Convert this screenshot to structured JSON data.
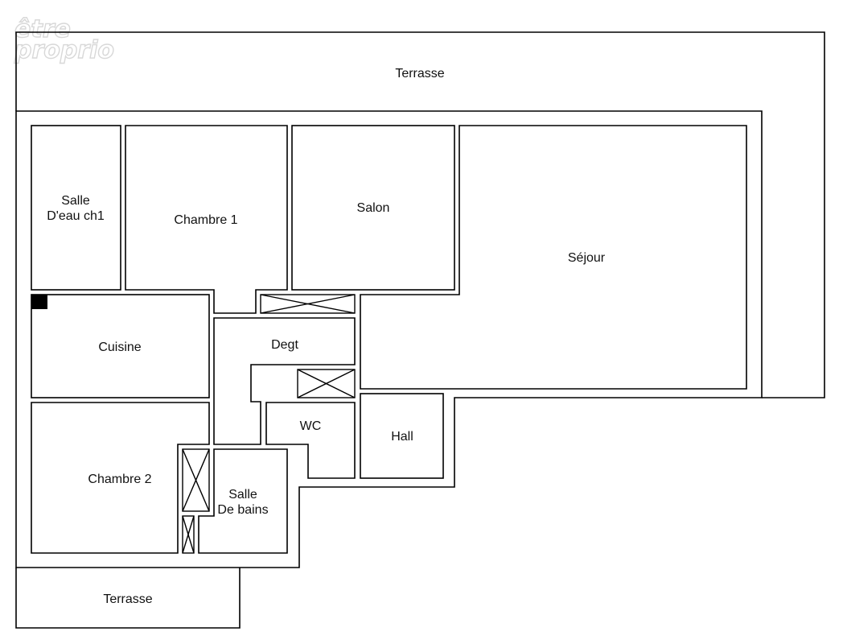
{
  "watermark": {
    "line1": "être",
    "line2": "proprio"
  },
  "rooms": {
    "terrasse_top": "Terrasse",
    "salle_deau_ch1_line1": "Salle",
    "salle_deau_ch1_line2": "D'eau ch1",
    "chambre1": "Chambre 1",
    "salon": "Salon",
    "sejour": "Séjour",
    "cuisine": "Cuisine",
    "degt": "Degt",
    "wc": "WC",
    "hall": "Hall",
    "chambre2": "Chambre 2",
    "salle_de_bains_line1": "Salle",
    "salle_de_bains_line2": "De bains",
    "terrasse_bottom": "Terrasse"
  }
}
